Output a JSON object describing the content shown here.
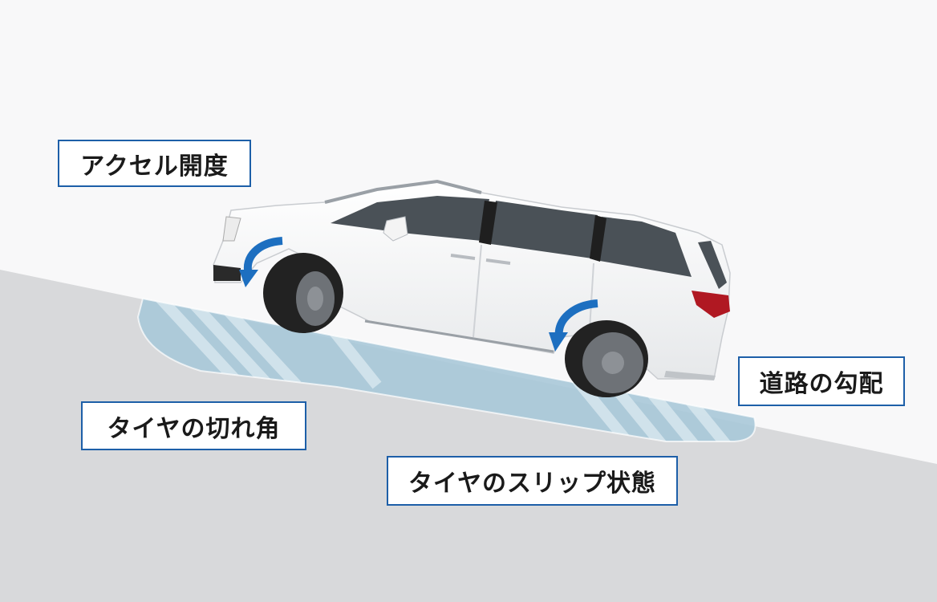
{
  "labels": {
    "accelerator": "アクセル開度",
    "steering_angle": "タイヤの切れ角",
    "slip_state": "タイヤのスリップ状態",
    "road_gradient": "道路の勾配"
  },
  "colors": {
    "background": "#f8f8f9",
    "road": "#d8d9db",
    "slip_zone": "#a8c8d8",
    "label_border": "#1d5fa8",
    "arrow": "#1d6fc0",
    "car_body": "#ffffff",
    "window": "#4a5157",
    "tire": "#222222",
    "tail_light": "#b01822"
  },
  "icons": [
    "car-illustration",
    "rotation-arrow-icon",
    "slip-zone"
  ]
}
